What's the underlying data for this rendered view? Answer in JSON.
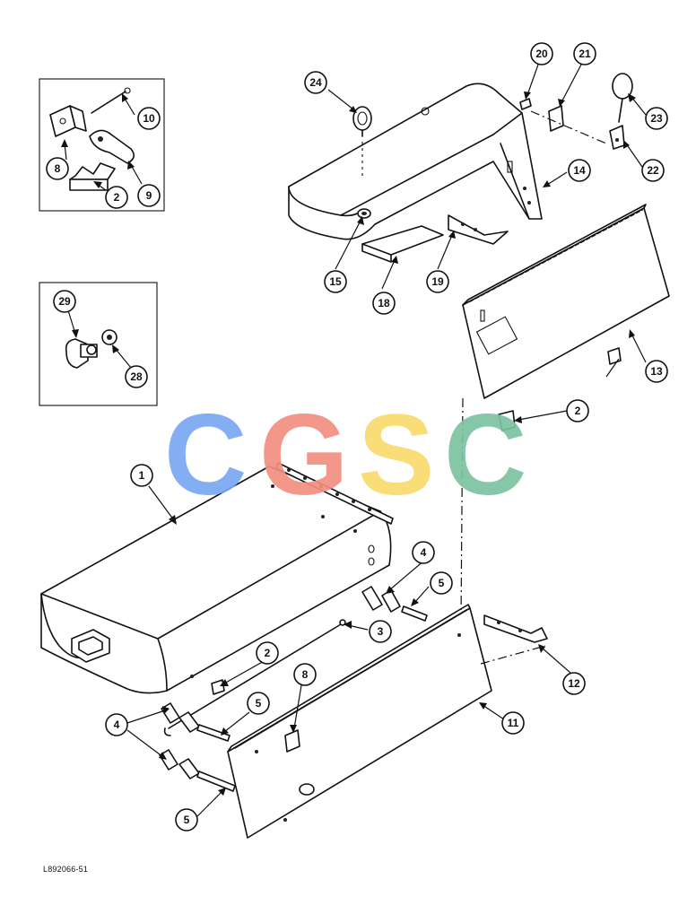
{
  "drawing_id": "L892066-51",
  "watermark": {
    "text": "CGSC",
    "letters": [
      {
        "char": "C",
        "color": "#7aa7f2"
      },
      {
        "char": "G",
        "color": "#f28e80"
      },
      {
        "char": "S",
        "color": "#f7da6c"
      },
      {
        "char": "C",
        "color": "#7cc29f"
      }
    ]
  },
  "callouts": [
    {
      "id": "c1",
      "label": "1"
    },
    {
      "id": "c2a",
      "label": "2"
    },
    {
      "id": "c2b",
      "label": "2"
    },
    {
      "id": "c2c",
      "label": "2"
    },
    {
      "id": "c3",
      "label": "3"
    },
    {
      "id": "c4a",
      "label": "4"
    },
    {
      "id": "c4b",
      "label": "4"
    },
    {
      "id": "c5a",
      "label": "5"
    },
    {
      "id": "c5b",
      "label": "5"
    },
    {
      "id": "c5c",
      "label": "5"
    },
    {
      "id": "c8a",
      "label": "8"
    },
    {
      "id": "c8b",
      "label": "8"
    },
    {
      "id": "c9",
      "label": "9"
    },
    {
      "id": "c10",
      "label": "10"
    },
    {
      "id": "c11",
      "label": "11"
    },
    {
      "id": "c12",
      "label": "12"
    },
    {
      "id": "c13",
      "label": "13"
    },
    {
      "id": "c14",
      "label": "14"
    },
    {
      "id": "c15",
      "label": "15"
    },
    {
      "id": "c18",
      "label": "18"
    },
    {
      "id": "c19",
      "label": "19"
    },
    {
      "id": "c20",
      "label": "20"
    },
    {
      "id": "c21",
      "label": "21"
    },
    {
      "id": "c22",
      "label": "22"
    },
    {
      "id": "c23",
      "label": "23"
    },
    {
      "id": "c24",
      "label": "24"
    },
    {
      "id": "c28",
      "label": "28"
    },
    {
      "id": "c29",
      "label": "29"
    }
  ]
}
